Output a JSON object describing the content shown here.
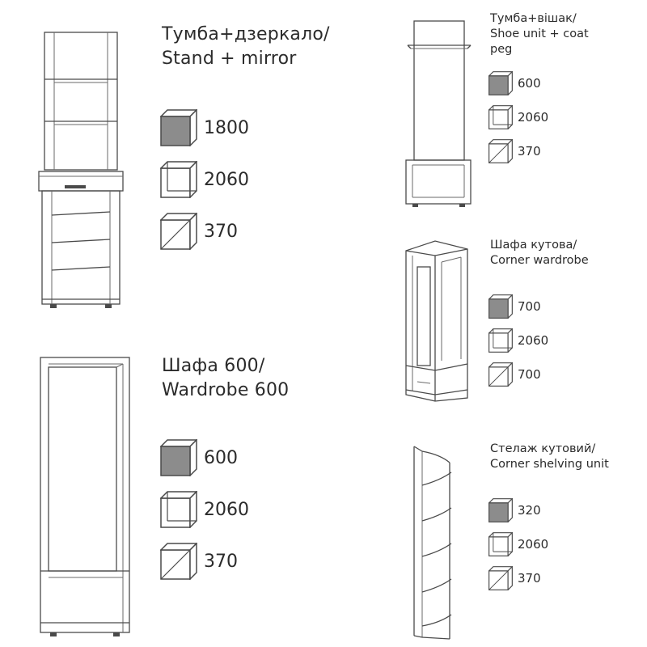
{
  "colors": {
    "line": "#4a4a4a",
    "cube_filled": "#8c8c8c",
    "cube_empty": "#ffffff",
    "text": "#2b2b2b"
  },
  "icons": {
    "filled_cube": "dimension-cube-front-icon",
    "outline_cube": "dimension-cube-outline-icon"
  },
  "products": {
    "stand_mirror": {
      "title": "Тумба+дзеркало/\nStand + mirror",
      "dims": [
        "1800",
        "2060",
        "370"
      ]
    },
    "wardrobe_600": {
      "title": "Шафа 600/\nWardrobe 600",
      "dims": [
        "600",
        "2060",
        "370"
      ]
    },
    "shoe_coat": {
      "title": "Тумба+вішак/\nShoe unit + coat\npeg",
      "dims": [
        "600",
        "2060",
        "370"
      ]
    },
    "corner_wardrobe": {
      "title": "Шафа кутова/\nCorner wardrobe",
      "dims": [
        "700",
        "2060",
        "700"
      ]
    },
    "corner_shelf": {
      "title": "Стелаж  кутовий/\nCorner shelving unit",
      "dims": [
        "320",
        "2060",
        "370"
      ]
    }
  }
}
